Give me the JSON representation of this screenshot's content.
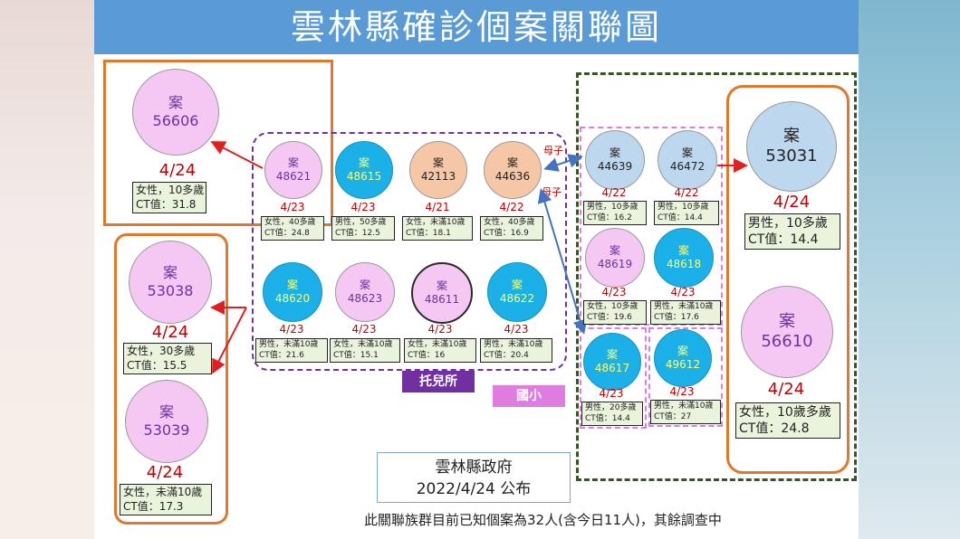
{
  "title": "雲林縣確診個案關聯圖",
  "case_prefix": "案",
  "cases": [
    {
      "id": "56606",
      "date": "4/24",
      "info": [
        "女性，10多歲",
        "CT值：31.8"
      ]
    },
    {
      "id": "53038",
      "date": "4/24",
      "info": [
        "女性，30多歲",
        "CT值：15.5"
      ]
    },
    {
      "id": "53039",
      "date": "4/24",
      "info": [
        "女性，未滿10歲",
        "CT值：17.3"
      ]
    },
    {
      "id": "48621",
      "date": "4/23",
      "info": [
        "女性，40多歲",
        "CT值：24.8"
      ]
    },
    {
      "id": "48615",
      "date": "4/23",
      "info": [
        "男性，50多歲",
        "CT值：12.5"
      ]
    },
    {
      "id": "42113",
      "date": "4/21",
      "info": [
        "女性，未滿10歲",
        "CT值：18.1"
      ]
    },
    {
      "id": "44636",
      "date": "4/22",
      "info": [
        "女性，40多歲",
        "CT值：16.9"
      ]
    },
    {
      "id": "48620",
      "date": "4/23",
      "info": [
        "男性，未滿10歲",
        "CT值：21.6"
      ]
    },
    {
      "id": "48623",
      "date": "4/23",
      "info": [
        "女性，未滿10歲",
        "CT值：15.1"
      ]
    },
    {
      "id": "48611",
      "date": "4/23",
      "info": [
        "女性，未滿10歲",
        "CT值：16"
      ]
    },
    {
      "id": "48622",
      "date": "4/23",
      "info": [
        "男性，未滿10歲",
        "CT值：20.4"
      ]
    },
    {
      "id": "44639",
      "date": "4/22",
      "info": [
        "男性，10多歲",
        "CT值：16.2"
      ]
    },
    {
      "id": "46472",
      "date": "4/22",
      "info": [
        "男性，10多歲",
        "CT值：14.4"
      ]
    },
    {
      "id": "48619",
      "date": "4/23",
      "info": [
        "女性，10多歲",
        "CT值：19.6"
      ]
    },
    {
      "id": "48618",
      "date": "4/23",
      "info": [
        "男性，未滿10歲",
        "CT值：17.6"
      ]
    },
    {
      "id": "48617",
      "date": "4/23",
      "info": [
        "男性，20多歲",
        "CT值：14.4"
      ]
    },
    {
      "id": "49612",
      "date": "4/23",
      "info": [
        "男性，未滿10歲",
        "CT值：27"
      ]
    },
    {
      "id": "53031",
      "date": "4/24",
      "info": [
        "男性，10多歲",
        "CT值：14.4"
      ]
    },
    {
      "id": "56610",
      "date": "4/24",
      "info": [
        "女性，10歲多歲",
        "CT值：24.8"
      ]
    }
  ],
  "labels": {
    "daycare": "托兒所",
    "elementary": "國小",
    "mother_child_1": "母子",
    "mother_child_2": "母子"
  },
  "colors": {
    "title_bar": "#5b9bd5",
    "orange_frame": "#e0772b",
    "purple_dash": "#7030a0",
    "green_dash": "#375623",
    "pink_dash": "#e07be0",
    "arrow_red": "#e02020",
    "arrow_blue": "#4472c4"
  },
  "publisher": {
    "name": "雲林縣政府",
    "date": "2022/4/24 公布"
  },
  "footnote": "此關聯族群目前已知個案為32人(含今日11人)，其餘調查中"
}
